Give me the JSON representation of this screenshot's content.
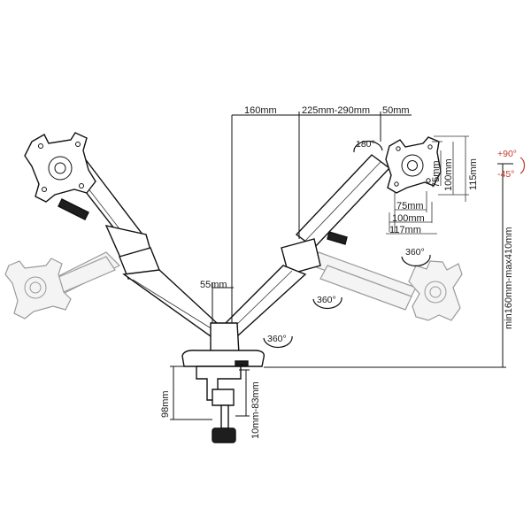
{
  "dimensions": {
    "d160": "160mm",
    "d225_290": "225mm-290mm",
    "d50": "50mm",
    "d55": "55mm",
    "d75v": "75mm",
    "d100v": "100mm",
    "d115": "115mm",
    "d75h": "75mm",
    "d100h": "100mm",
    "d117": "117mm",
    "d98": "98mm",
    "clamp": "10mm-83mm",
    "height": "min160mm-max410mm"
  },
  "rotations": {
    "r180": "180°",
    "r360_right": "360°",
    "r360_mid": "360°",
    "r360_base": "360°",
    "tilt_up": "+90°",
    "tilt_down": "-45°"
  },
  "colors": {
    "line": "#111111",
    "ghost": "#9a9a9a",
    "tilt_accent": "#c0392b"
  }
}
